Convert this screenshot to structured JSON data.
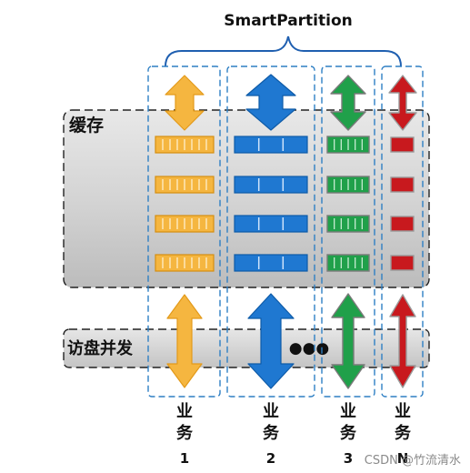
{
  "title": "SmartPartition",
  "cache_label": "缓存",
  "disk_label": "访盘并发",
  "ellipsis": "●●●",
  "services": [
    {
      "line1": "业",
      "line2": "务",
      "num": "1",
      "color": "#f5b640",
      "stroke": "#e39a1a"
    },
    {
      "line1": "业",
      "line2": "务",
      "num": "2",
      "color": "#1f78d1",
      "stroke": "#0e5ba8"
    },
    {
      "line1": "业",
      "line2": "务",
      "num": "3",
      "color": "#20a04a",
      "stroke": "#137a33"
    },
    {
      "line1": "业",
      "line2": "务",
      "num": "N",
      "color": "#c8191e",
      "stroke": "#8f1013"
    }
  ],
  "watermark": "CSDN @竹流清水"
}
